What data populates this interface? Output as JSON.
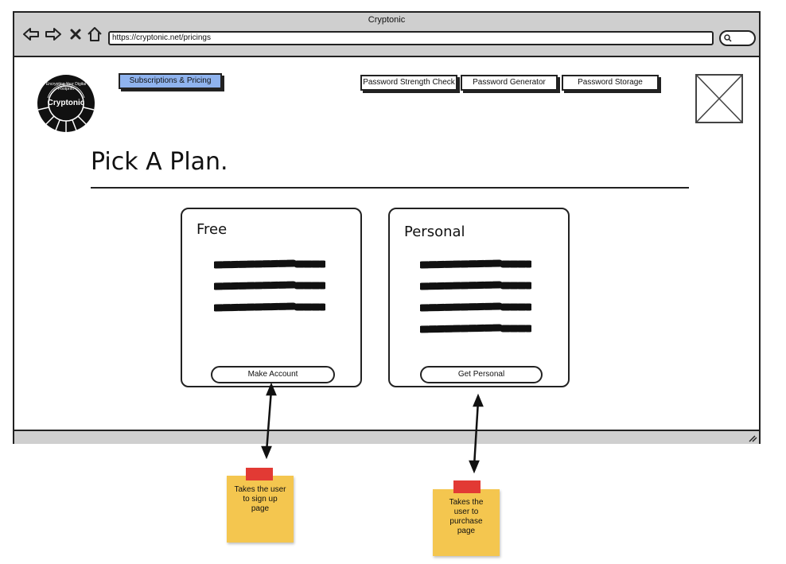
{
  "browser": {
    "window_title": "Cryptonic",
    "url": "https://cryptonic.net/pricings",
    "nav_icons": [
      "back-arrow-icon",
      "forward-arrow-icon",
      "close-icon",
      "home-icon"
    ]
  },
  "header": {
    "logo_top_text": "Encrypting Your Digital Footprint",
    "logo_name": "Cryptonic",
    "subscriptions_label": "Subscriptions & Pricing",
    "nav": [
      {
        "label": "Password Strength Check"
      },
      {
        "label": "Password Generator"
      },
      {
        "label": "Password Storage"
      }
    ]
  },
  "page": {
    "heading": "Pick A Plan."
  },
  "plans": [
    {
      "title": "Free",
      "placeholder_lines": 3,
      "button": "Make Account"
    },
    {
      "title": "Personal",
      "placeholder_lines": 4,
      "button": "Get Personal"
    }
  ],
  "notes": [
    {
      "text": "Takes the user to sign up page"
    },
    {
      "text": "Takes the user to purchase page"
    }
  ],
  "colors": {
    "frame_gray": "#cfcfcf",
    "subscriptions_highlight": "#8fb3ee",
    "sticky_note": "#f4c64f",
    "tape": "#e23a34"
  }
}
